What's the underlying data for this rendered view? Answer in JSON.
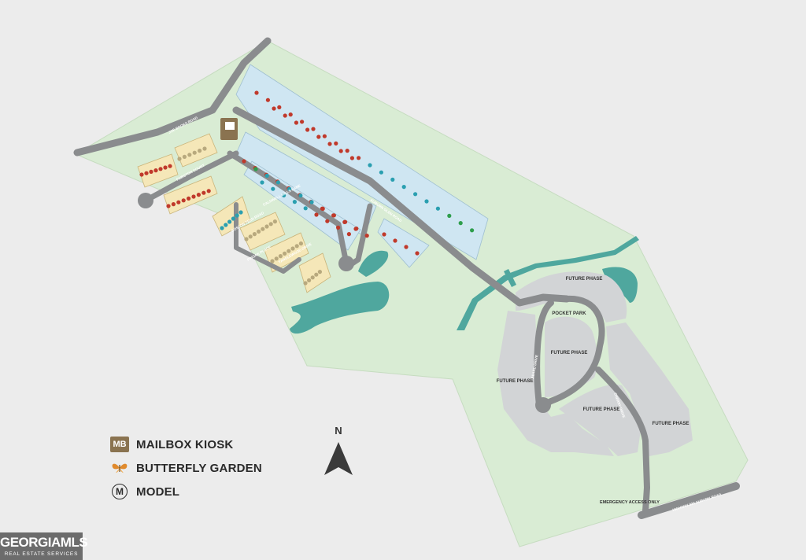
{
  "map": {
    "phase_label": "FUTURE PHASE",
    "pocket_park_label": "POCKET PARK",
    "emergency_label": "EMERGENCY ACCESS ONLY",
    "roads": {
      "top_left": "JOE BOOKS ROAD",
      "bottom_right": "HIGHWAY 324 AUBURN ROAD",
      "court": "FAIRSTON COURT",
      "lane": "CALDWELL MILLS LANE",
      "main": "AUBURN GLEN ROAD",
      "branch": "BOSTON TEEN ROAD",
      "place": "PINOAK PLACE",
      "lower_cross": "TANGLEWOOD DRIVE",
      "loop_road": "BEARD DRIVE",
      "south_road": "CHERRY DRIVE"
    }
  },
  "legend": {
    "mailbox": {
      "code": "MB",
      "label": "MAILBOX KIOSK"
    },
    "butterfly": {
      "label": "BUTTERFLY GARDEN"
    },
    "model": {
      "code": "M",
      "label": "MODEL"
    }
  },
  "compass": {
    "letter": "N"
  },
  "watermark": {
    "brand": "GEORGIAMLS",
    "sub": "REAL ESTATE SERVICES"
  },
  "colors": {
    "lot_red": "#c0392b",
    "lot_teal": "#2a9fb0",
    "lot_green": "#2e9e4c",
    "lot_blue_fill": "#cfe6f2",
    "lot_tan_fill": "#f5e7b8",
    "land_green": "#d9ecd4",
    "water": "#4fa79e",
    "future_phase": "#d2d4d6",
    "road": "#8a8c8e"
  }
}
